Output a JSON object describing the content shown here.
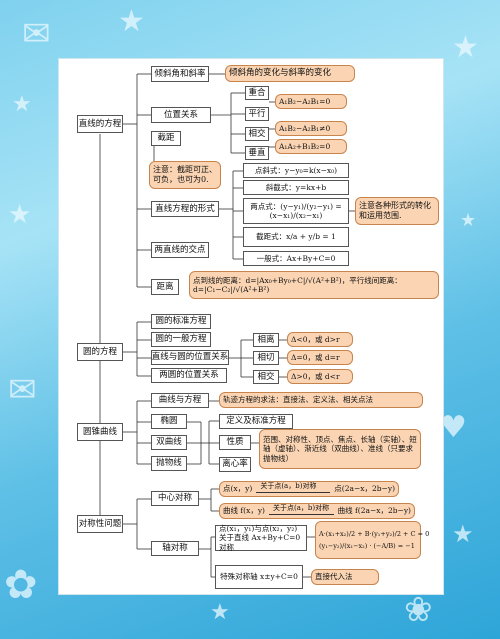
{
  "nodes": {
    "zhixian": "直线的方程",
    "qingxiejiao": "倾斜角和斜率",
    "qingxiejiao_note": "倾斜角的变化与斜率的变化",
    "weizhi": "位置关系",
    "chonghe": "重合",
    "pingxing": "平行",
    "pingxing_eq": "A₁B₂−A₂B₁=0",
    "xiangjiao": "相交",
    "xiangjiao_eq": "A₁B₂−A₂B₁≠0",
    "jieju": "截距",
    "chuizhi": "垂直",
    "chuizhi_eq": "A₁A₂+B₁B₂=0",
    "zhuyi": "注意：截距可正、可负，也可为0.",
    "dianxie": "点斜式：y−y₀=k(x−x₀)",
    "xiejie": "斜截式：y=kx+b",
    "liangdian": "两点式：(y−y₁)/(y₂−y₁) = (x−x₁)/(x₂−x₁)",
    "jiejushi": "截距式：x/a + y/b = 1",
    "yiban": "一般式：Ax+By+C=0",
    "xingshi": "直线方程的形式",
    "xingshi_note": "注意各种形式的转化和运用范围.",
    "jiaodian": "两直线的交点",
    "juli": "距离",
    "juli_note": "点到线的距离：d=|Ax₀+By₀+C|/√(A²+B²)，平行线间距离：d=|C₁−C₂|/√(A²+B²)",
    "yuan": "圆的方程",
    "biaozhun": "圆的标准方程",
    "yiban_yuan": "圆的一般方程",
    "zhixian_yuan": "直线与圆的位置关系",
    "liangyuan": "两圆的位置关系",
    "xiangli": "相离",
    "xiangli_eq": "Δ<0，或 d>r",
    "xiangqie": "相切",
    "xiangqie_eq": "Δ=0，或 d=r",
    "xiangjiao2": "相交",
    "xiangjiao2_eq": "Δ>0，或 d<r",
    "yuanzhui": "圆锥曲线",
    "quxian_fangcheng": "曲线与方程",
    "guiji": "轨迹方程的求法：直接法、定义法、相关点法",
    "tuoyuan": "椭圆",
    "shuangqu": "双曲线",
    "paowu": "抛物线",
    "dingyi": "定义及标准方程",
    "xingzhi": "性质",
    "xingzhi_note": "范围、对称性、顶点、焦点、长轴（实轴）、短轴（虚轴）、渐近线（双曲线）、准线（只要求抛物线）",
    "lixinlv": "离心率",
    "duichen": "对称性问题",
    "zhongxin": "中心对称",
    "zx_1a": "点(x，y)",
    "zx_1b": "关于点(a，b)对称",
    "zx_1c": "点(2a−x，2b−y)",
    "zx_2a": "曲线 f(x，y)",
    "zx_2b": "关于点(a，b)对称",
    "zx_2c": "曲线 f(2a−x，2b−y)",
    "zhou": "轴对称",
    "zhou_desc": "点(x₁，y₁)与点(x₂，y₂)关于直线 Ax+By+C=0 对称",
    "zhou_eq1": "A·(x₁+x₂)/2 + B·(y₁+y₂)/2 + C = 0",
    "zhou_eq2": "(y₁−y₂)/(x₁−x₂) · (−A/B) = −1",
    "teshu": "特殊对称轴 x±y+C=0",
    "zhijie": "直接代入法"
  },
  "colors": {
    "highlight_fill": "#fbd5b3",
    "highlight_border": "#c8844d",
    "line": "#333333"
  }
}
